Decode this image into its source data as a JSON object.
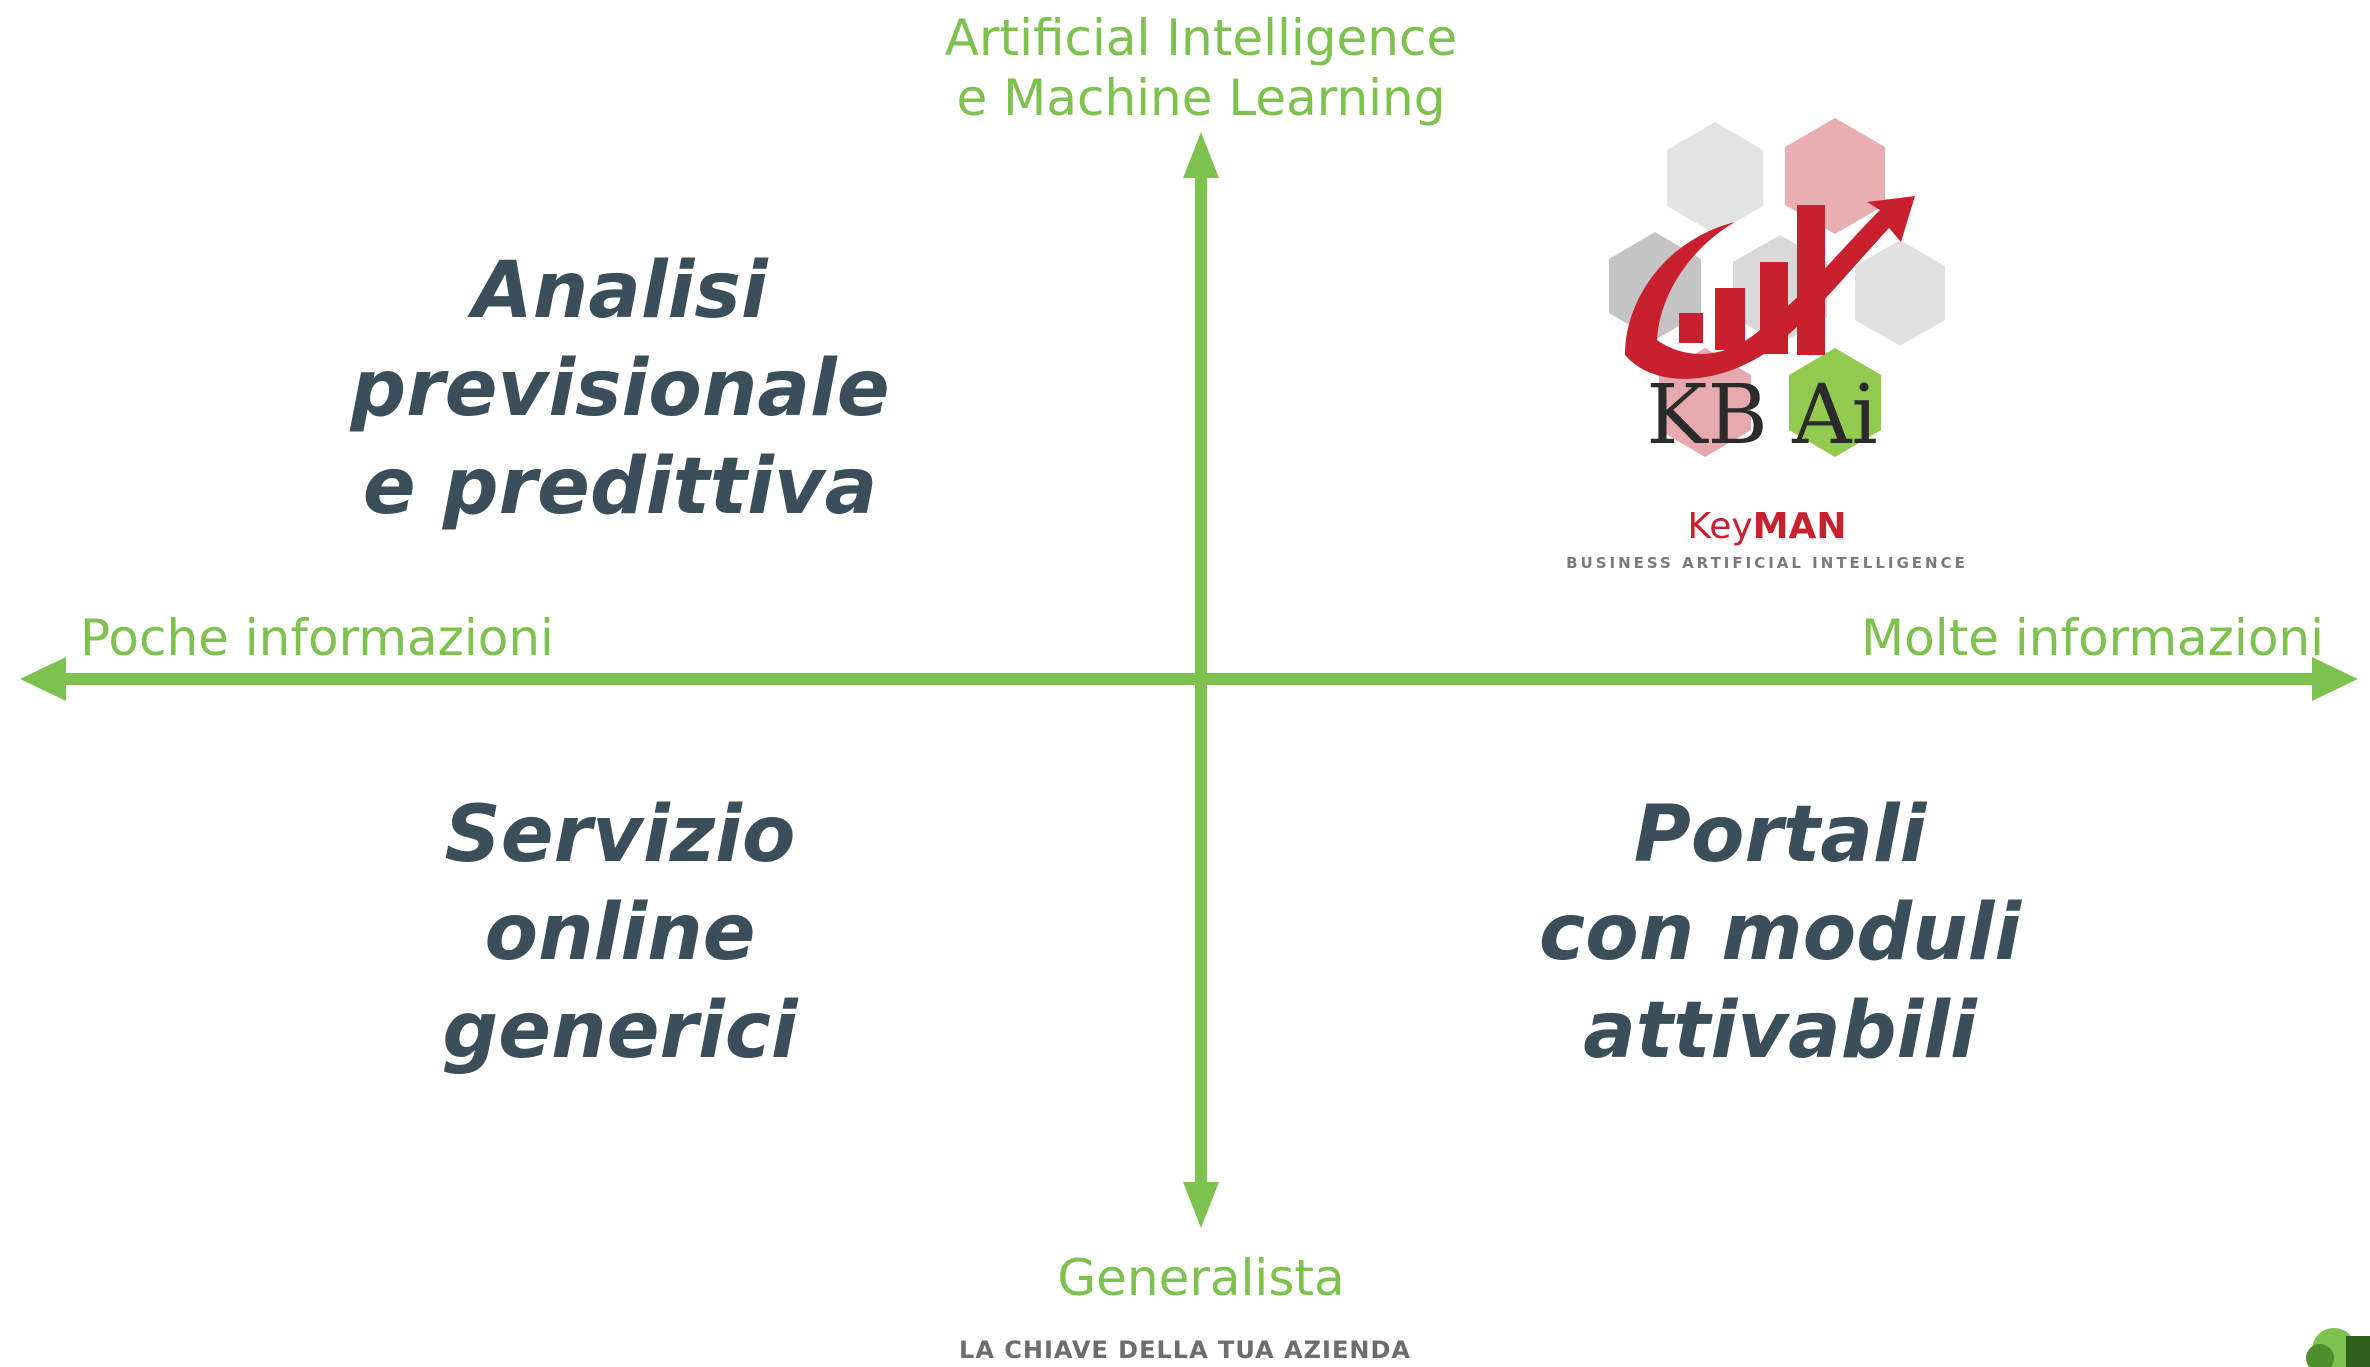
{
  "axes": {
    "top": [
      "Artificial Intelligence",
      "e Machine Learning"
    ],
    "bottom": "Generalista",
    "left": "Poche informazioni",
    "right": "Molte informazioni"
  },
  "quadrants": {
    "top_left": [
      "Analisi",
      "previsionale",
      "e predittiva"
    ],
    "bottom_left": [
      "Servizio",
      "online",
      "generici"
    ],
    "bottom_right": [
      "Portali",
      "con moduli",
      "attivabili"
    ]
  },
  "logo": {
    "left_letters": "KB",
    "right_letters": "Ai",
    "brand_key": "Key",
    "brand_man": "MAN",
    "subtitle": "BUSINESS ARTIFICIAL INTELLIGENCE"
  },
  "footer": {
    "tagline": "LA CHIAVE DELLA TUA AZIENDA"
  },
  "colors": {
    "accent": "#7dc24e",
    "text_dark": "#3b4f5a",
    "logo_red": "#c8202f"
  }
}
